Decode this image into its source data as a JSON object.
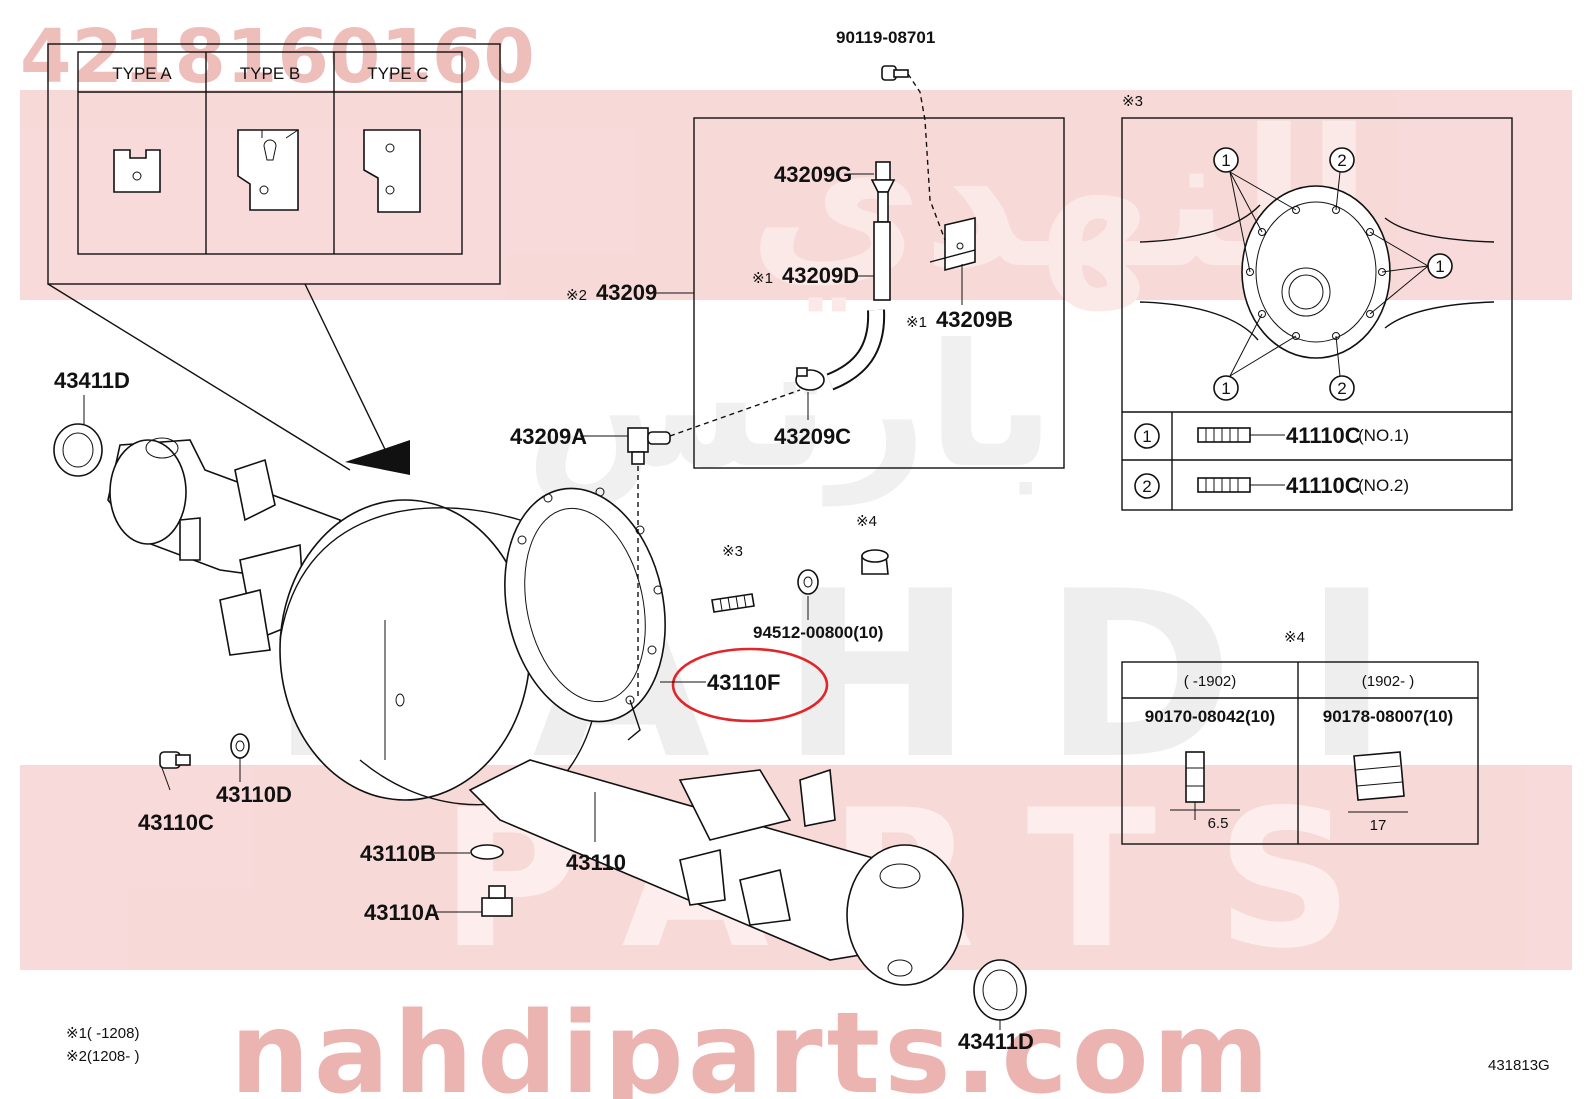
{
  "watermark": {
    "part_number": "4218160160",
    "brand_latin": "NAHDI",
    "brand_parts": "PARTS",
    "site": "nahdiparts.com",
    "arabic_1": "النهدي",
    "arabic_2": "بارتس",
    "color_band": "#f6d4d2",
    "color_text": "#e7a7a2"
  },
  "type_box": {
    "types": [
      "TYPE A",
      "TYPE B",
      "TYPE C"
    ]
  },
  "labels": {
    "bolt_top": "90119-08701",
    "hose_asm": "43209",
    "hose_asm_mark": "※2",
    "part_43209G": "43209G",
    "part_43209D": "43209D",
    "part_43209D_mark": "※1",
    "part_43209B": "43209B",
    "part_43209B_mark": "※1",
    "part_43209C": "43209C",
    "part_43209A": "43209A",
    "part_43411D_left": "43411D",
    "part_43411D_right": "43411D",
    "stud_mark": "※3",
    "nut_mark": "※4",
    "washer": "94512-00800(10)",
    "part_43110F": "43110F",
    "part_43110C": "43110C",
    "part_43110D": "43110D",
    "part_43110B": "43110B",
    "part_43110": "43110",
    "part_43110A": "43110A"
  },
  "stud_panel": {
    "mark": "※3",
    "callout_1": "1",
    "callout_2": "2",
    "row1_part": "41110C",
    "row1_note": "(NO.1)",
    "row2_part": "41110C",
    "row2_note": "(NO.2)"
  },
  "nut_panel": {
    "mark": "※4",
    "col1_header": "(      -1902)",
    "col2_header": "(1902-      )",
    "col1_part": "90170-08042(10)",
    "col2_part": "90178-08007(10)",
    "col1_dim": "6.5",
    "col2_dim": "17"
  },
  "footnotes": {
    "note1": "※1(      -1208)",
    "note2": "※2(1208-      )"
  },
  "figure_code": "431813G",
  "highlight_color": "#e0262a"
}
